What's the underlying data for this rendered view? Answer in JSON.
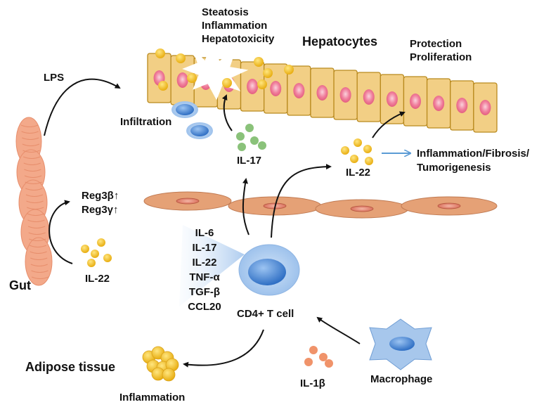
{
  "labels": {
    "lps": "LPS",
    "steatosis": "Steatosis",
    "inflammation_top": "Inflammation",
    "hepatotoxicity": "Hepatotoxicity",
    "hepatocytes": "Hepatocytes",
    "protection": "Protection",
    "proliferation": "Proliferation",
    "infiltration": "Infiltration",
    "il17_upper": "IL-17",
    "il22_right": "IL-22",
    "outcome_line1": "Inflammation/Fibrosis/",
    "outcome_line2": "Tumorigenesis",
    "reg3b": "Reg3β↑",
    "reg3g": "Reg3γ↑",
    "gut": "Gut",
    "il22_gut": "IL-22",
    "cytokines": [
      "IL-6",
      "IL-17",
      "IL-22",
      "TNF-α",
      "TGF-β",
      "CCL20"
    ],
    "tcell": "CD4+ T cell",
    "adipose": "Adipose tissue",
    "inflammation_bottom": "Inflammation",
    "il1b": "IL-1β",
    "macrophage": "Macrophage"
  },
  "colors": {
    "hepatocyte_fill": "#f2cf85",
    "hepatocyte_border": "#b98a1e",
    "nucleus_pink": "#f07f9c",
    "endothelial": "#e5a176",
    "tcell_blue": "#3e7fd1",
    "tcell_halo": "#a9c9ee",
    "il17_green": "#8ac27a",
    "il22_yellow": "#f4c542",
    "il1b_orange": "#f0936a",
    "arrow_black": "#111111",
    "arrow_blue": "#5b9bd5",
    "gut_orange": "#f3a98a"
  },
  "icons": {
    "macrophage": "macrophage-star-icon",
    "adipose": "adipose-cluster-icon",
    "tcell": "tcell-icon",
    "gut": "gut-icon"
  }
}
